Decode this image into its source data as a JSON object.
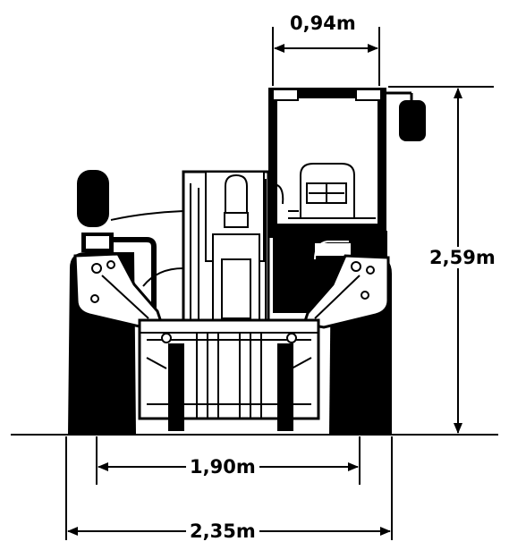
{
  "diagram": {
    "dimensions": {
      "cab_width": "0,94m",
      "height": "2,59m",
      "track_width": "1,90m",
      "overall_width": "2,35m"
    },
    "colors": {
      "ink": "#000000",
      "paper": "#ffffff"
    }
  }
}
